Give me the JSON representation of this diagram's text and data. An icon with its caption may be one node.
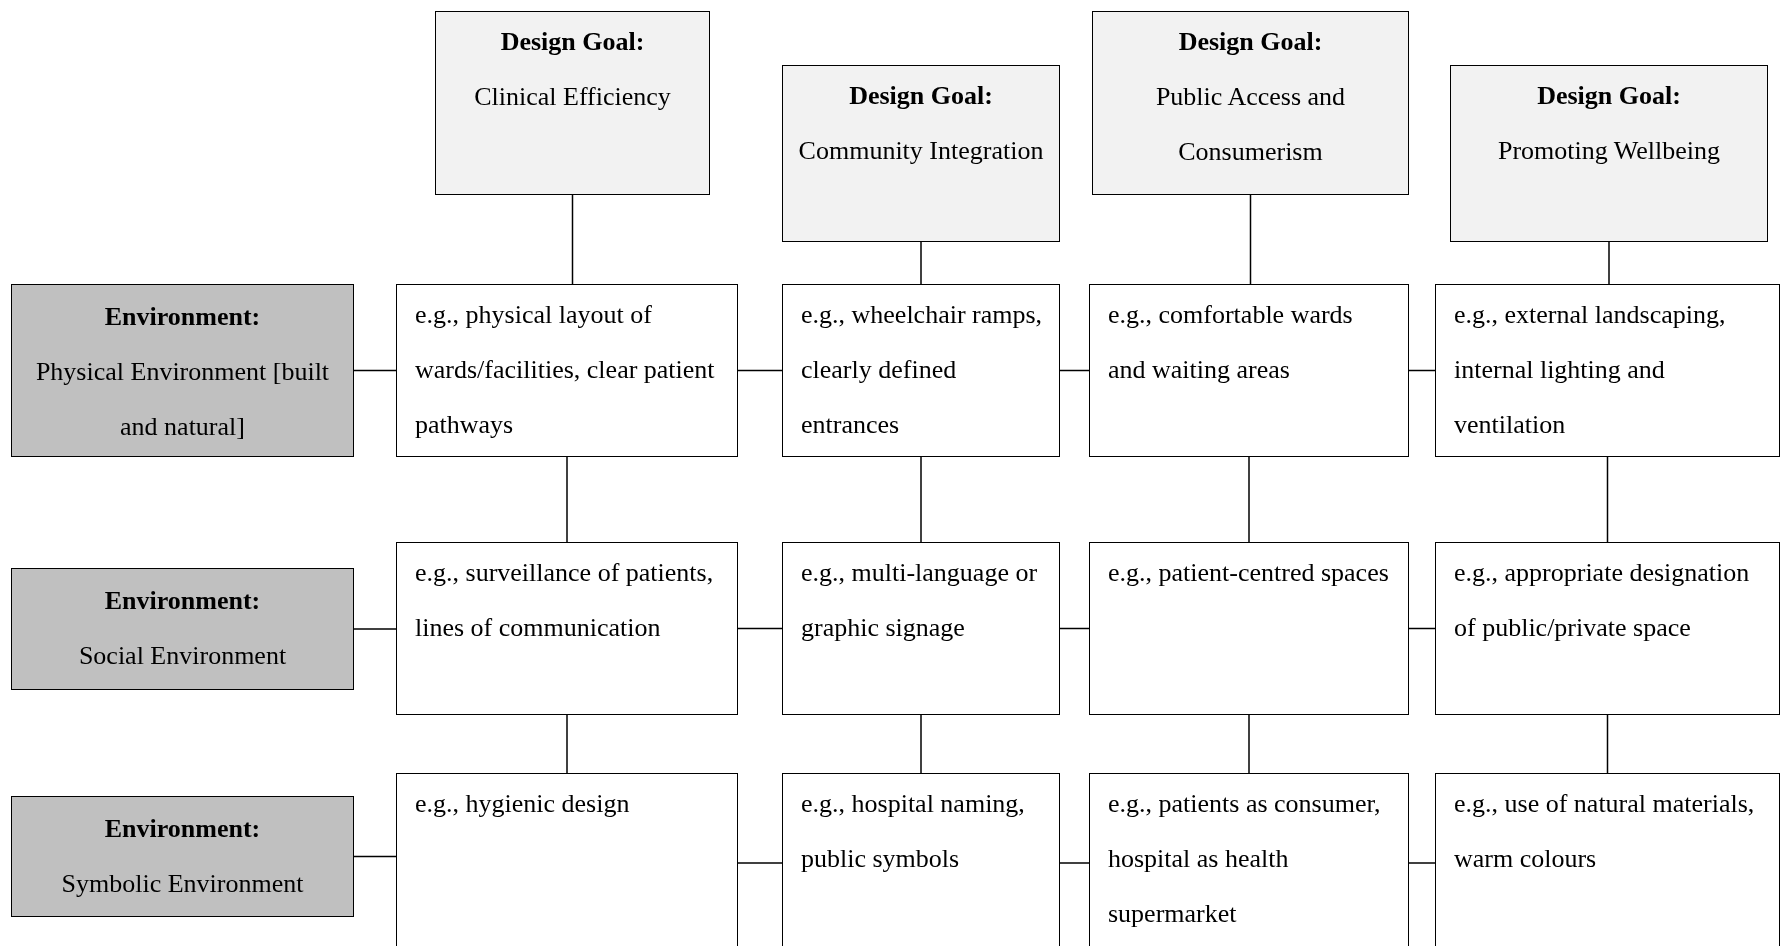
{
  "diagram": {
    "nodes": [
      {
        "text": [
          "Design Goal:",
          "Clinical Efficiency"
        ]
      },
      {
        "text": [
          "Design Goal:",
          "Community Integration"
        ]
      },
      {
        "text": [
          "Design Goal:",
          "Public Access and Consumerism"
        ]
      },
      {
        "text": [
          "Design Goal:",
          "Promoting Wellbeing"
        ]
      },
      {
        "text": [
          "Environment:",
          "Physical Environment [built and natural]"
        ]
      },
      {
        "text": [
          "e.g., physical layout of wards/facilities, clear patient pathways"
        ]
      },
      {
        "text": [
          "e.g., wheelchair ramps, clearly defined entrances"
        ]
      },
      {
        "text": [
          "e.g., comfortable wards and waiting areas"
        ]
      },
      {
        "text": [
          "e.g., external landscaping, internal lighting and ventilation"
        ]
      },
      {
        "text": [
          "Environment:",
          "Social Environment"
        ]
      },
      {
        "text": [
          "e.g., surveillance of patients, lines of communication"
        ]
      },
      {
        "text": [
          "e.g., multi-language or graphic signage"
        ]
      },
      {
        "text": [
          "e.g., patient-centred spaces"
        ]
      },
      {
        "text": [
          "e.g., appropriate designation of public/private space"
        ]
      },
      {
        "text": [
          "Environment:",
          "Symbolic Environment"
        ]
      },
      {
        "text": [
          "e.g., hygienic design"
        ]
      },
      {
        "text": [
          "e.g., hospital naming, public symbols"
        ]
      },
      {
        "text": [
          "e.g., patients as consumer, hospital as health supermarket"
        ]
      },
      {
        "text": [
          "e.g., use of natural materials, warm colours"
        ]
      }
    ],
    "edges": [
      {
        "from": 0,
        "to": 5,
        "arrow": "none"
      },
      {
        "from": 1,
        "to": 6,
        "arrow": "none"
      },
      {
        "from": 2,
        "to": 7,
        "arrow": "none"
      },
      {
        "from": 3,
        "to": 8,
        "arrow": "none"
      },
      {
        "from": 4,
        "to": 5,
        "arrow": "none"
      },
      {
        "from": 5,
        "to": 6,
        "arrow": "none"
      },
      {
        "from": 6,
        "to": 7,
        "arrow": "none"
      },
      {
        "from": 7,
        "to": 8,
        "arrow": "none"
      },
      {
        "from": 5,
        "to": 10,
        "arrow": "none"
      },
      {
        "from": 6,
        "to": 11,
        "arrow": "none"
      },
      {
        "from": 7,
        "to": 12,
        "arrow": "none"
      },
      {
        "from": 8,
        "to": 13,
        "arrow": "none"
      },
      {
        "from": 9,
        "to": 10,
        "arrow": "none"
      },
      {
        "from": 10,
        "to": 11,
        "arrow": "none"
      },
      {
        "from": 11,
        "to": 12,
        "arrow": "none"
      },
      {
        "from": 12,
        "to": 13,
        "arrow": "none"
      },
      {
        "from": 10,
        "to": 15,
        "arrow": "none"
      },
      {
        "from": 11,
        "to": 16,
        "arrow": "none"
      },
      {
        "from": 12,
        "to": 17,
        "arrow": "none"
      },
      {
        "from": 13,
        "to": 18,
        "arrow": "none"
      },
      {
        "from": 14,
        "to": 15,
        "arrow": "none"
      },
      {
        "from": 15,
        "to": 16,
        "arrow": "none"
      },
      {
        "from": 16,
        "to": 17,
        "arrow": "none"
      },
      {
        "from": 17,
        "to": 18,
        "arrow": "none"
      }
    ]
  }
}
